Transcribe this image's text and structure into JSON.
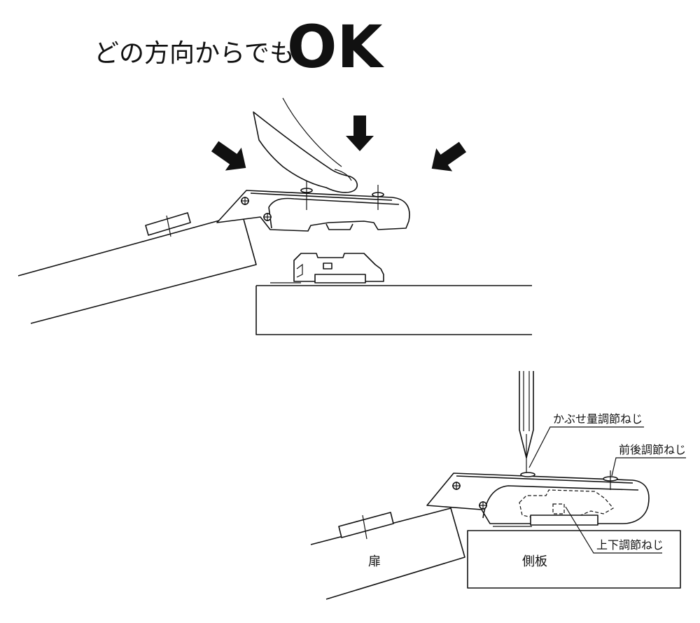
{
  "headline": {
    "lead_text": "どの方向からでも",
    "emphasis_text": "OK"
  },
  "labels": {
    "overlay_adjust_screw": "かぶせ量調節ねじ",
    "depth_adjust_screw": "前後調節ねじ",
    "height_adjust_screw": "上下調節ねじ",
    "door": "扉",
    "side_panel": "側板"
  },
  "colors": {
    "ink": "#111111",
    "paper": "#ffffff"
  }
}
